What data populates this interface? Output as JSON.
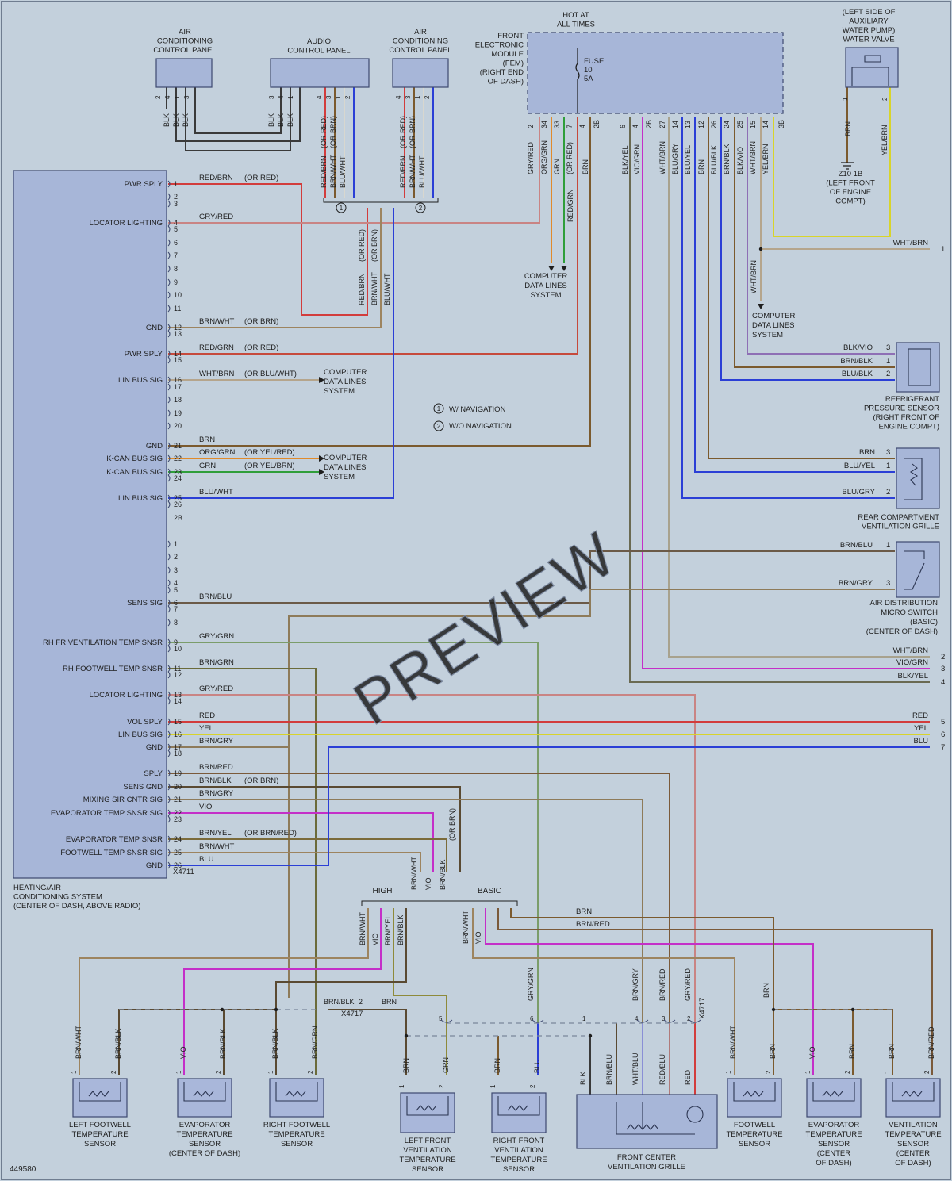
{
  "diagram_id": "449580",
  "watermark": "PREVIEW",
  "colors": {
    "RED": "#d23c3c",
    "GRN": "#2f9e3a",
    "BLU": "#2b3fd6",
    "BRN": "#7b5a2e",
    "YEL": "#d8d42a",
    "VIO": "#c42fc8",
    "GRY": "#8a8f92",
    "WHT": "#eef0f0",
    "ORG": "#e08a2a",
    "BLK": "#3a3a3a"
  },
  "components": {
    "ac_panel_left": [
      "AIR",
      "CONDITIONING",
      "CONTROL PANEL"
    ],
    "audio_panel": [
      "AUDIO",
      "CONTROL PANEL"
    ],
    "ac_panel_right": [
      "AIR",
      "CONDITIONING",
      "CONTROL PANEL"
    ],
    "fem_label": [
      "FRONT",
      "ELECTRONIC",
      "MODULE",
      "(FEM)",
      "(RIGHT END",
      "OF DASH)"
    ],
    "hot_at": [
      "HOT AT",
      "ALL TIMES"
    ],
    "fuse": [
      "FUSE",
      "10",
      "5A"
    ],
    "water_valve": [
      "(LEFT SIDE OF",
      "AUXILIARY",
      "WATER PUMP)",
      "WATER VALVE"
    ],
    "ground_z10": [
      "Z10 1B",
      "(LEFT FRONT",
      "OF ENGINE",
      "COMPT)"
    ],
    "hvac_module": [
      "HEATING/AIR",
      "CONDITIONING SYSTEM",
      "(CENTER OF DASH, ABOVE RADIO)"
    ],
    "connector": "X4711",
    "refrigerant": [
      "REFRIGERANT",
      "PRESSURE SENSOR",
      "(RIGHT FRONT OF",
      "ENGINE COMPT)"
    ],
    "rear_grille": [
      "REAR COMPARTMENT",
      "VENTILATION GRILLE"
    ],
    "air_switch": [
      "AIR DISTRIBUTION",
      "MICRO SWITCH",
      "(BASIC)",
      "(CENTER OF DASH)"
    ],
    "computer_data": [
      "COMPUTER",
      "DATA LINES",
      "SYSTEM"
    ],
    "legend": [
      "W/ NAVIGATION",
      "W/O NAVIGATION"
    ],
    "splice_high": "HIGH",
    "splice_basic": "BASIC",
    "x4717": "X4717"
  },
  "side_labels": [
    {
      "pin": "1",
      "name": "PWR SPLY"
    },
    {
      "pin": "4",
      "name": "LOCATOR LIGHTING"
    },
    {
      "pin": "12",
      "name": "GND"
    },
    {
      "pin": "14",
      "name": "PWR SPLY"
    },
    {
      "pin": "16",
      "name": "LIN BUS SIG"
    },
    {
      "pin": "21",
      "name": "GND"
    },
    {
      "pin": "22",
      "name": "K-CAN BUS SIG"
    },
    {
      "pin": "23",
      "name": "K-CAN BUS SIG"
    },
    {
      "pin": "25",
      "name": "LIN BUS SIG"
    },
    {
      "pin": "6",
      "name": "SENS SIG"
    },
    {
      "pin": "9",
      "name": "RH FR VENTILATION TEMP SNSR"
    },
    {
      "pin": "11",
      "name": "RH FOOTWELL TEMP SNSR"
    },
    {
      "pin": "13",
      "name": "LOCATOR LIGHTING"
    },
    {
      "pin": "15",
      "name": "VOL SPLY"
    },
    {
      "pin": "16",
      "name": "LIN BUS SIG"
    },
    {
      "pin": "17",
      "name": "GND"
    },
    {
      "pin": "19",
      "name": "SPLY"
    },
    {
      "pin": "20",
      "name": "SENS GND"
    },
    {
      "pin": "21",
      "name": "MIXING SIR CNTR SIG"
    },
    {
      "pin": "22",
      "name": "EVAPORATOR TEMP SNSR SIG"
    },
    {
      "pin": "24",
      "name": "EVAPORATOR TEMP SNSR"
    },
    {
      "pin": "25",
      "name": "FOOTWELL TEMP SNSR SIG"
    },
    {
      "pin": "26",
      "name": "GND"
    }
  ],
  "wires_left": [
    {
      "pin": "1",
      "label": "RED/BRN",
      "alt": "(OR RED)"
    },
    {
      "pin": "4",
      "label": "GRY/RED",
      "alt": ""
    },
    {
      "pin": "12",
      "label": "BRN/WHT",
      "alt": "(OR BRN)"
    },
    {
      "pin": "14",
      "label": "RED/GRN",
      "alt": "(OR RED)"
    },
    {
      "pin": "16",
      "label": "WHT/BRN",
      "alt": "(OR BLU/WHT)"
    },
    {
      "pin": "21",
      "label": "BRN",
      "alt": ""
    },
    {
      "pin": "22",
      "label": "ORG/GRN",
      "alt": "(OR YEL/RED)"
    },
    {
      "pin": "23",
      "label": "GRN",
      "alt": "(OR YEL/BRN)"
    },
    {
      "pin": "25",
      "label": "BLU/WHT",
      "alt": ""
    },
    {
      "pin": "6",
      "label": "BRN/BLU",
      "alt": ""
    },
    {
      "pin": "9",
      "label": "GRY/GRN",
      "alt": ""
    },
    {
      "pin": "11",
      "label": "BRN/GRN",
      "alt": ""
    },
    {
      "pin": "13",
      "label": "GRY/RED",
      "alt": ""
    },
    {
      "pin": "15",
      "label": "RED",
      "alt": ""
    },
    {
      "pin": "16",
      "label": "YEL",
      "alt": ""
    },
    {
      "pin": "17",
      "label": "BRN/GRY",
      "alt": ""
    },
    {
      "pin": "19",
      "label": "BRN/RED",
      "alt": ""
    },
    {
      "pin": "20",
      "label": "BRN/BLK",
      "alt": "(OR BRN)"
    },
    {
      "pin": "21",
      "label": "BRN/GRY",
      "alt": ""
    },
    {
      "pin": "22",
      "label": "VIO",
      "alt": ""
    },
    {
      "pin": "24",
      "label": "BRN/YEL",
      "alt": "(OR BRN/RED)"
    },
    {
      "pin": "25",
      "label": "BRN/WHT",
      "alt": ""
    },
    {
      "pin": "26",
      "label": "BLU",
      "alt": ""
    }
  ],
  "fem_pins": [
    "2",
    "34",
    "33",
    "7",
    "4",
    "2B",
    "6",
    "4",
    "2B",
    "27",
    "14",
    "13",
    "12",
    "26",
    "24",
    "25",
    "15",
    "14",
    "3B"
  ],
  "fem_wires": [
    "GRY/RED",
    "ORG/GRN",
    "GRN",
    "(OR RED)",
    "BRN",
    "BLK/YEL",
    "VIO/GRN",
    "WHT/BRN",
    "BLU/GRY",
    "BLU/YEL",
    "BRN",
    "BLU/BLK",
    "BRN/BLK",
    "BLK/VIO",
    "WHT/BRN",
    "YEL/BRN"
  ],
  "right_labels": [
    {
      "label": "WHT/BRN",
      "pin": "1"
    },
    {
      "label": "WHT/BRN",
      "pin": "2"
    },
    {
      "label": "VIO/GRN",
      "pin": "3"
    },
    {
      "label": "BLK/YEL",
      "pin": "4"
    },
    {
      "label": "RED",
      "pin": "5"
    },
    {
      "label": "YEL",
      "pin": "6"
    },
    {
      "label": "BLU",
      "pin": "7"
    }
  ],
  "ref_pins": [
    {
      "label": "BLK/VIO",
      "pin": "3"
    },
    {
      "label": "BRN/BLK",
      "pin": "1"
    },
    {
      "label": "BLU/BLK",
      "pin": "2"
    }
  ],
  "grille_pins": [
    {
      "label": "BRN",
      "pin": "3"
    },
    {
      "label": "BLU/YEL",
      "pin": "1"
    },
    {
      "label": "BLU/GRY",
      "pin": "2"
    }
  ],
  "switch_pins": [
    {
      "label": "BRN/BLU",
      "pin": "1"
    },
    {
      "label": "BRN/GRY",
      "pin": "3"
    }
  ],
  "sensors": [
    {
      "name": [
        "LEFT FOOTWELL",
        "TEMPERATURE",
        "SENSOR"
      ],
      "w": [
        "BRN/WHT",
        "BRN/BLK"
      ]
    },
    {
      "name": [
        "EVAPORATOR",
        "TEMPERATURE",
        "SENSOR",
        "(CENTER OF DASH)"
      ],
      "w": [
        "VIO",
        "BRN/BLK"
      ]
    },
    {
      "name": [
        "RIGHT FOOTWELL",
        "TEMPERATURE",
        "SENSOR"
      ],
      "w": [
        "BRN/BLK",
        "BRN/GRN"
      ]
    },
    {
      "name": [
        "LEFT FRONT",
        "VENTILATION",
        "TEMPERATURE",
        "SENSOR"
      ],
      "w": [
        "BRN",
        "GRN"
      ]
    },
    {
      "name": [
        "RIGHT FRONT",
        "VENTILATION",
        "TEMPERATURE",
        "SENSOR"
      ],
      "w": [
        "BRN",
        "BLU"
      ]
    },
    {
      "name": [
        "FRONT CENTER",
        "VENTILATION GRILLE"
      ],
      "w": [
        "BLK",
        "BRN/BLU",
        "WHT/BLU",
        "RED/BLU",
        "RED"
      ]
    },
    {
      "name": [
        "FOOTWELL",
        "TEMPERATURE",
        "SENSOR"
      ],
      "w": [
        "BRN/WHT",
        "BRN"
      ]
    },
    {
      "name": [
        "EVAPORATOR",
        "TEMPERATURE",
        "SENSOR",
        "(CENTER",
        "OF DASH)"
      ],
      "w": [
        "VIO",
        "BRN"
      ]
    },
    {
      "name": [
        "VENTILATION",
        "TEMPERATURE",
        "SENSOR",
        "(CENTER",
        "OF DASH)"
      ],
      "w": [
        "BRN",
        "BRN/RED"
      ]
    }
  ],
  "misc": {
    "audio_wires": [
      "RED/BRN",
      "BRN/WHT",
      "BLU/WHT",
      "(OR RED)",
      "(OR BRN)"
    ],
    "aux_wires": [
      "BRN",
      "YEL/BRN"
    ],
    "mid_vert": [
      "RED/BRN",
      "BRN/WHT",
      "BLU/WHT",
      "(OR RED)",
      "(OR BRN)"
    ],
    "high_wires": [
      "BRN/WHT",
      "VIO",
      "BRN/BLK",
      "(OR BRN)"
    ],
    "high_down": [
      "BRN/WHT",
      "VIO",
      "BRN/YEL",
      "BRN/BLK"
    ],
    "basic_down": [
      "BRN/WHT",
      "VIO",
      "BRN",
      "BRN/RED"
    ],
    "fem_red_grn": "RED/GRN",
    "wht_brn_down": "WHT/BRN",
    "brn_blk_2": "BRN/BLK",
    "brn": "BRN",
    "grille_top": [
      "GRY/GRN",
      "BRN/GRY",
      "BRN/RED",
      "GRY/RED"
    ],
    "pin_labels": [
      "1",
      "2",
      "3",
      "4",
      "5",
      "6"
    ],
    "blk": "BLK"
  }
}
